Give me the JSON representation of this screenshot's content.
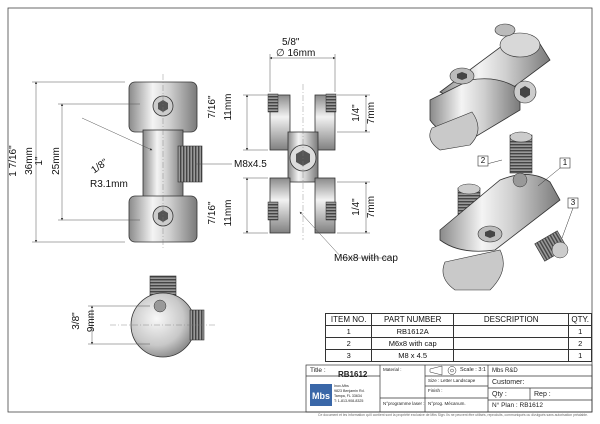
{
  "dimensions": {
    "top_inch": "5/8\"",
    "top_mm": "∅ 16mm",
    "left_outer_inch": "1 7/16\"",
    "left_outer_mm": "36mm",
    "left_inner_inch": "1\"",
    "left_inner_mm": "25mm",
    "radius_inch": "1/8\"",
    "radius_mm": "R3.1mm",
    "upper_slot_inch": "7/16\"",
    "upper_slot_mm": "11mm",
    "lower_slot_inch": "7/16\"",
    "lower_slot_mm": "11mm",
    "right_upper_inch": "1/4\"",
    "right_upper_mm": "7mm",
    "right_lower_inch": "1/4\"",
    "right_lower_mm": "7mm",
    "bottom_inch": "3/8\"",
    "bottom_mm": "9mm"
  },
  "callouts": {
    "thread": "M8x4.5",
    "screw": "M6x8 with cap",
    "balloons": [
      "1",
      "2",
      "3"
    ]
  },
  "bom": {
    "headers": [
      "ITEM NO.",
      "PART NUMBER",
      "DESCRIPTION",
      "QTY."
    ],
    "rows": [
      [
        "1",
        "RB1612A",
        "",
        "1"
      ],
      [
        "2",
        "M6x8 with cap",
        "",
        "2"
      ],
      [
        "3",
        "M8 x 4.5",
        "",
        "1"
      ]
    ]
  },
  "title_block": {
    "title_label": "Title :",
    "title_value": "RB1612",
    "scale": "Scale : 3:1",
    "size": "Size : Letter Landscape",
    "finish": "Finish :",
    "material": "Material :",
    "company": "Mbs R&D",
    "customer": "Customer:",
    "qty": "Qty :",
    "rep": "Rep :",
    "prog_laser": "N°programme laser :",
    "prog_mecanum": "N°prog. Mécanum.",
    "plan": "N° Plan : RB1612",
    "company_address": [
      "Inox-Mbs",
      "9823 Benjamin Rd.",
      "Tampa, FL 33634",
      "T: 1-813-908-8325"
    ],
    "logo_text": "Mbs",
    "footer": "Ce document et les information qu'il contient sont la propriété exclusive de Mbs Sign. Ils ne peuvent être utilisés, reproduits, communiqués ou divulgués sans autorisation préalable."
  },
  "colors": {
    "line": "#222222",
    "dim_line": "#555555",
    "steel_light": "#e6e6e6",
    "steel_dark": "#8a8a8a"
  }
}
